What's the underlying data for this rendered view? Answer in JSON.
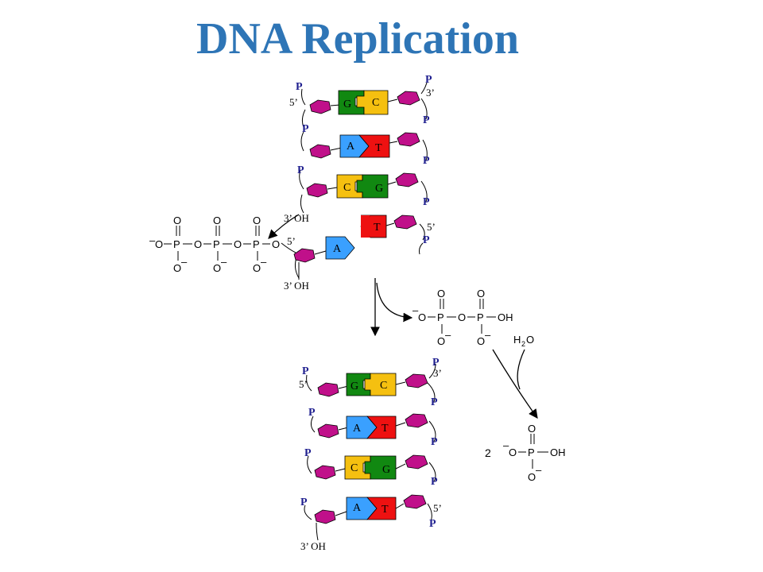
{
  "title": "DNA Replication",
  "colors": {
    "title": "#2e75b6",
    "sugar": "#c0108a",
    "base_G": "#118811",
    "base_C": "#f5c010",
    "base_A": "#3aa0ff",
    "base_T": "#ee1111",
    "phosphate_label": "#1f1f8f"
  },
  "labels": {
    "phosphate": "P",
    "five_prime": "5’",
    "three_prime": "3’",
    "three_prime_oh": "3’ OH",
    "oxygen": "O",
    "oh": "OH",
    "minus": "–",
    "water": "H",
    "water_sub": "2",
    "water_o": "O",
    "coefficient": "2"
  },
  "top_pairs": [
    {
      "left": "G",
      "right": "C"
    },
    {
      "left": "A",
      "right": "T"
    },
    {
      "left": "C",
      "right": "G"
    }
  ],
  "top_incoming": {
    "template": "T",
    "new": "A"
  },
  "bottom_pairs": [
    {
      "left": "G",
      "right": "C"
    },
    {
      "left": "A",
      "right": "T"
    },
    {
      "left": "C",
      "right": "G"
    },
    {
      "left": "A",
      "right": "T"
    }
  ]
}
